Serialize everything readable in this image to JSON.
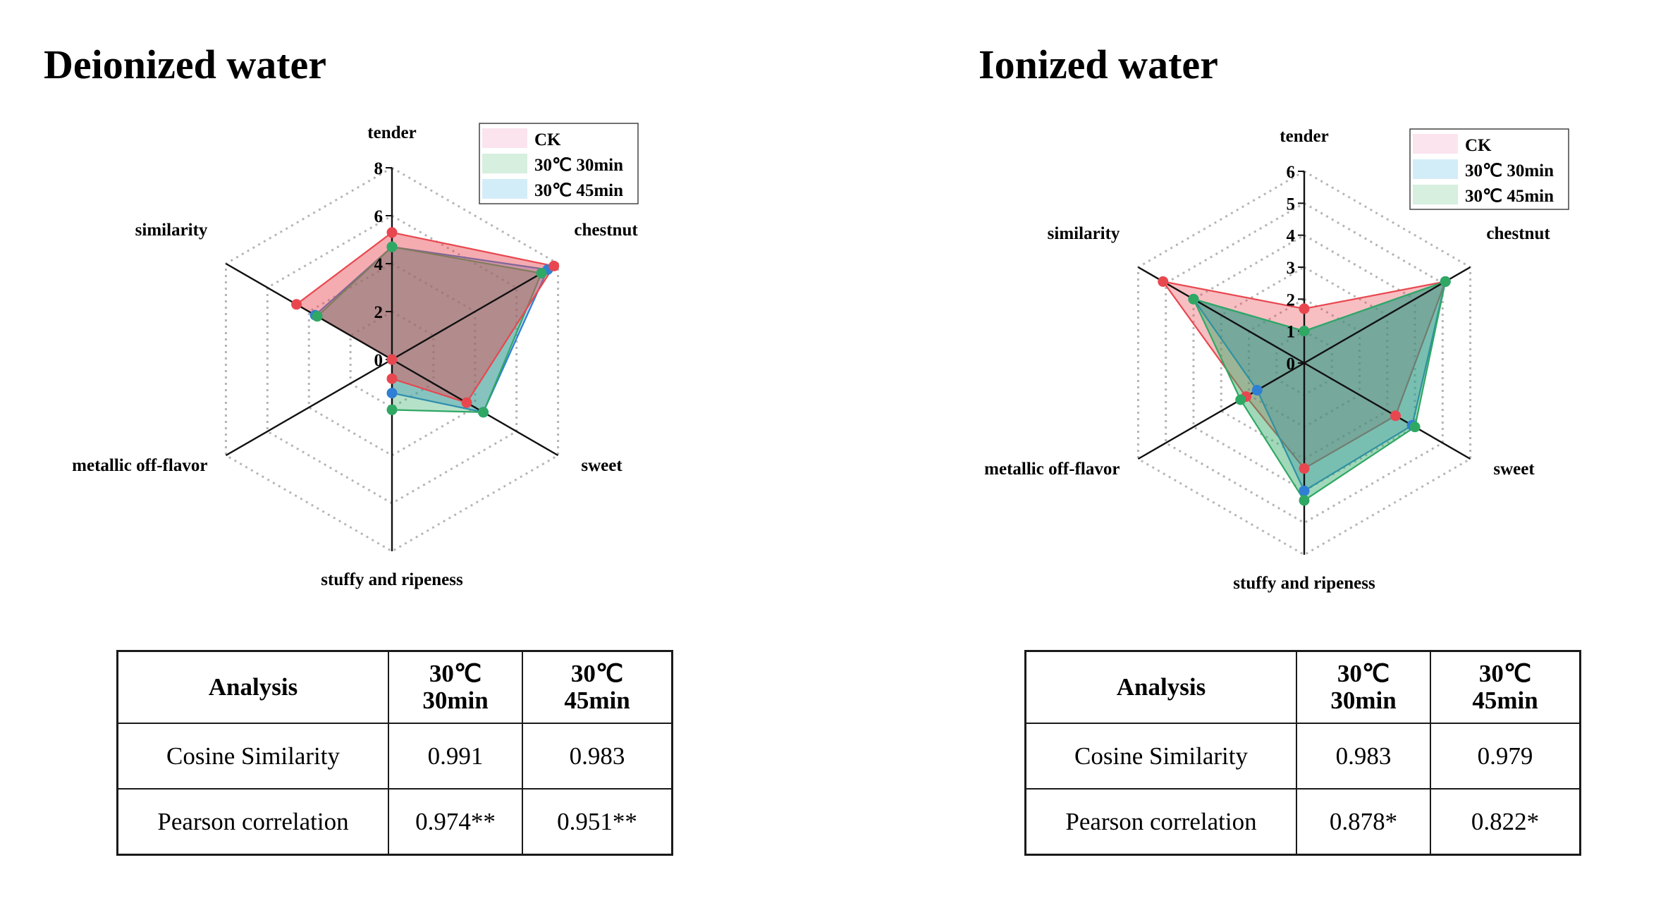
{
  "chart_data": [
    {
      "type": "radar",
      "title": "Deionized water",
      "axes": [
        "tender",
        "chestnut",
        "sweet",
        "stuffy and ripeness",
        "metallic off-flavor",
        "similarity"
      ],
      "rlim": [
        0,
        8
      ],
      "ticks": [
        "0",
        "2",
        "4",
        "6",
        "8"
      ],
      "grid": "dotted hexagon",
      "legend_placement": "top-right",
      "legend": [
        {
          "label": "CK",
          "color": "#fbe4ee"
        },
        {
          "label": "30℃ 30min",
          "color": "#d6efdf"
        },
        {
          "label": "30℃ 45min",
          "color": "#d3edf8"
        }
      ],
      "series": [
        {
          "name": "CK",
          "color": "#e8474f",
          "values": [
            5.3,
            7.8,
            3.6,
            0.8,
            0.0,
            4.6
          ]
        },
        {
          "name": "30℃ 30min",
          "color": "#2fa864",
          "values": [
            4.7,
            7.2,
            4.4,
            2.1,
            0.0,
            3.6
          ]
        },
        {
          "name": "30℃ 45min",
          "color": "#2f7fd4",
          "values": [
            4.7,
            7.5,
            4.4,
            1.4,
            0.0,
            3.7
          ]
        }
      ],
      "draw_order": [
        2,
        1,
        0
      ]
    },
    {
      "type": "radar",
      "title": "Ionized water",
      "axes": [
        "tender",
        "chestnut",
        "sweet",
        "stuffy and ripeness",
        "metallic off-flavor",
        "similarity"
      ],
      "rlim": [
        0,
        6
      ],
      "ticks": [
        "0",
        "1",
        "2",
        "3",
        "4",
        "5",
        "6"
      ],
      "grid": "dotted hexagon",
      "legend_placement": "top-right",
      "legend": [
        {
          "label": "CK",
          "color": "#fbe4ee"
        },
        {
          "label": "30℃ 30min",
          "color": "#d3edf8"
        },
        {
          "label": "30℃ 45min",
          "color": "#d6efdf"
        }
      ],
      "series": [
        {
          "name": "CK",
          "color": "#e8474f",
          "values": [
            1.7,
            5.1,
            3.3,
            3.3,
            2.1,
            5.1
          ]
        },
        {
          "name": "30℃ 30min",
          "color": "#2f7fd4",
          "values": [
            1.0,
            5.1,
            3.9,
            4.0,
            1.7,
            4.0
          ]
        },
        {
          "name": "30℃ 45min",
          "color": "#2fa864",
          "values": [
            1.0,
            5.1,
            4.0,
            4.3,
            2.3,
            4.0
          ]
        }
      ],
      "draw_order": [
        0,
        1,
        2
      ]
    }
  ],
  "tables": [
    {
      "headers": [
        "Analysis",
        "30℃\n30min",
        "30℃\n45min"
      ],
      "rows": [
        [
          "Cosine Similarity",
          "0.991",
          "0.983"
        ],
        [
          "Pearson correlation",
          "0.974**",
          "0.951**"
        ]
      ]
    },
    {
      "headers": [
        "Analysis",
        "30℃\n30min",
        "30℃\n45min"
      ],
      "rows": [
        [
          "Cosine Similarity",
          "0.983",
          "0.979"
        ],
        [
          "Pearson correlation",
          "0.878*",
          "0.822*"
        ]
      ]
    }
  ]
}
